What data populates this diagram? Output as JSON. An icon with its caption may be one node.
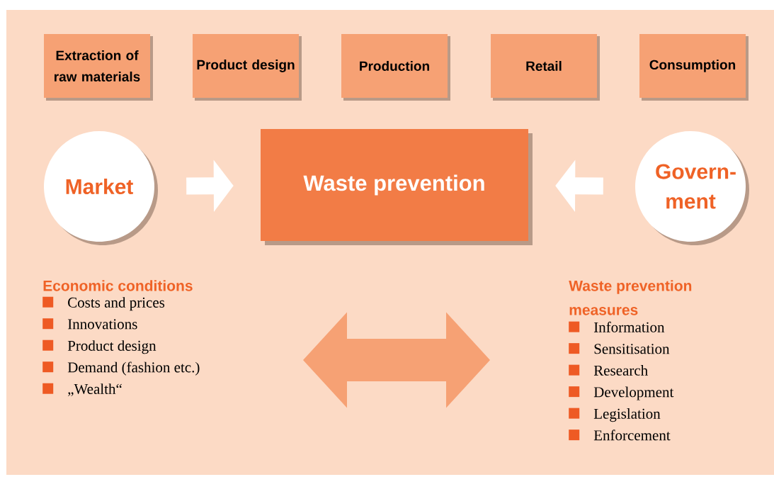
{
  "diagram": {
    "nodes": [
      {
        "text": [
          "Extraction of raw materials"
        ]
      },
      {
        "text": [
          "Product design"
        ]
      },
      {
        "text": [
          "Production"
        ]
      },
      {
        "text": [
          "Retail"
        ]
      },
      {
        "text": [
          "Consumption"
        ]
      },
      {
        "text": [
          "Market"
        ]
      },
      {
        "text": [
          "Waste prevention"
        ]
      },
      {
        "text": [
          "Govern- ment"
        ]
      },
      {
        "text": [
          "Economic conditions",
          "Costs and prices",
          "Innovations",
          "Product design",
          "Demand (fashion etc.)",
          "„Wealth“"
        ]
      },
      {
        "text": [
          "Waste prevention measures",
          "Information",
          "Sensitisation",
          "Research",
          "Development",
          "Legislation",
          "Enforcement"
        ]
      }
    ],
    "edges": [
      {
        "from": 5,
        "to": 6,
        "arrow": "to"
      },
      {
        "from": 7,
        "to": 6,
        "arrow": "to"
      },
      {
        "from": 8,
        "to": 9,
        "arrow": "both",
        "style": "thick"
      }
    ]
  }
}
